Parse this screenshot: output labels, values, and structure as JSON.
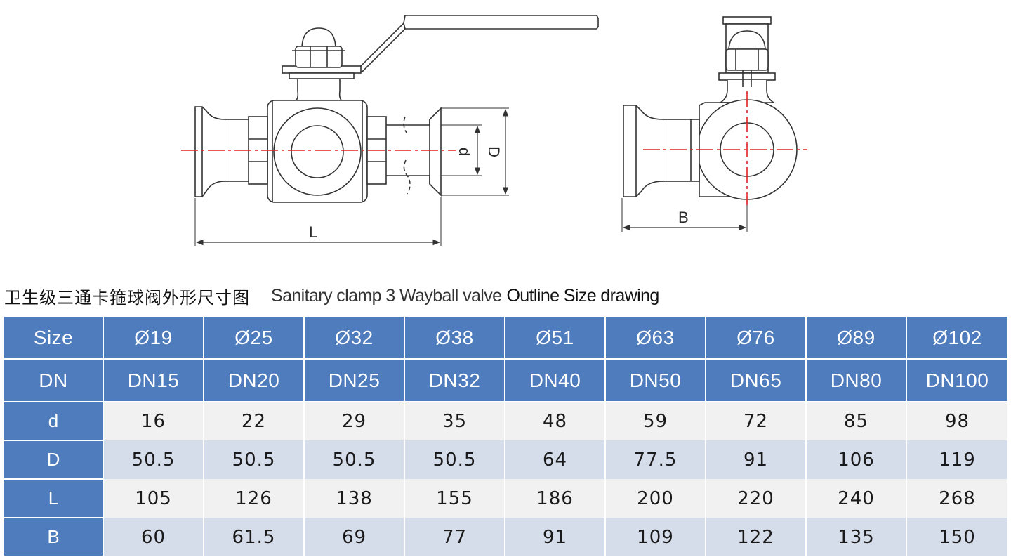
{
  "drawing": {
    "dim_L": "L",
    "dim_B": "B",
    "dim_D": "D",
    "dim_d": "d"
  },
  "title": {
    "zh": "卫生级三通卡箍球阀外形尺寸图",
    "en_part1": "Sanitary clamp 3 Wayball valve",
    "en_part2": "Outline Size drawing"
  },
  "table": {
    "rows": [
      {
        "label": "Size",
        "values": [
          "Ø19",
          "Ø25",
          "Ø32",
          "Ø38",
          "Ø51",
          "Ø63",
          "Ø76",
          "Ø89",
          "Ø102"
        ]
      },
      {
        "label": "DN",
        "values": [
          "DN15",
          "DN20",
          "DN25",
          "DN32",
          "DN40",
          "DN50",
          "DN65",
          "DN80",
          "DN100"
        ]
      },
      {
        "label": "d",
        "values": [
          "16",
          "22",
          "29",
          "35",
          "48",
          "59",
          "72",
          "85",
          "98"
        ]
      },
      {
        "label": "D",
        "values": [
          "50.5",
          "50.5",
          "50.5",
          "50.5",
          "64",
          "77.5",
          "91",
          "106",
          "119"
        ]
      },
      {
        "label": "L",
        "values": [
          "105",
          "126",
          "138",
          "155",
          "186",
          "200",
          "220",
          "240",
          "268"
        ]
      },
      {
        "label": "B",
        "values": [
          "60",
          "61.5",
          "69",
          "77",
          "91",
          "109",
          "122",
          "135",
          "150"
        ]
      }
    ]
  },
  "colors": {
    "header_blue": "#4f7cbc",
    "row_light": "#f1f1f1",
    "row_dark": "#d5dcea",
    "centerline_red": "#e02020",
    "line": "#333333"
  }
}
